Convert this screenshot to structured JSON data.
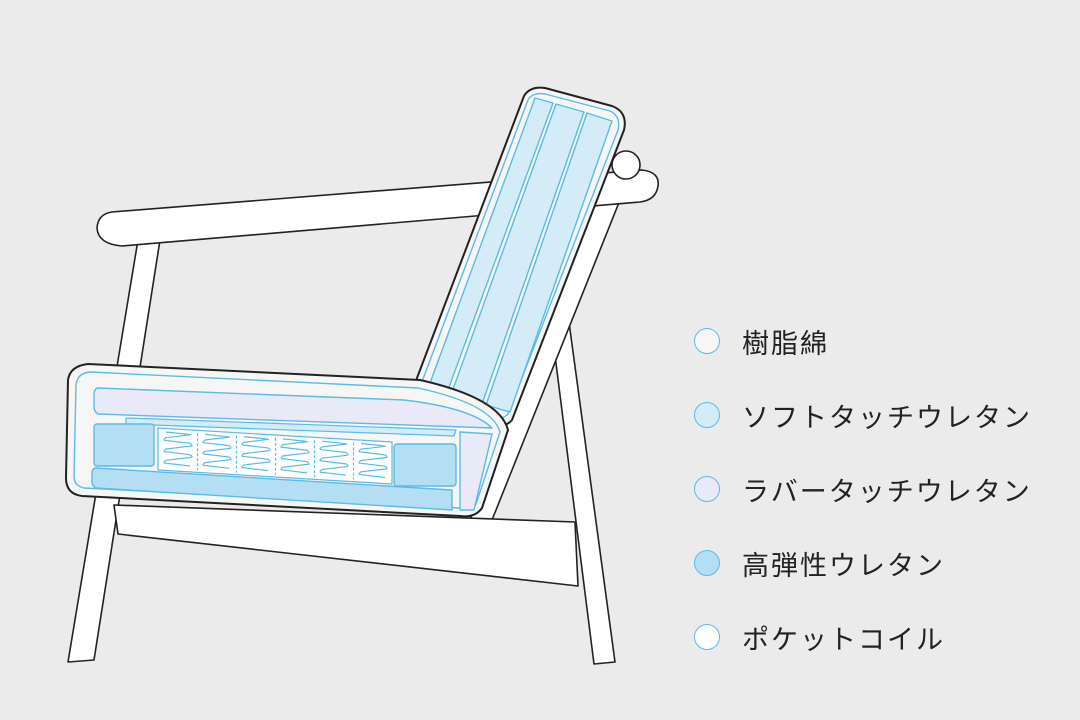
{
  "colors": {
    "background": "#ebebeb",
    "frame_fill": "#ffffff",
    "outline": "#222222",
    "accent_line": "#5bbce5"
  },
  "legend": {
    "items": [
      {
        "label": "樹脂綿",
        "color": "#f6f6f6"
      },
      {
        "label": "ソフトタッチウレタン",
        "color": "#d4ebf8"
      },
      {
        "label": "ラバータッチウレタン",
        "color": "#e9e9f7"
      },
      {
        "label": "高弾性ウレタン",
        "color": "#b4def4"
      },
      {
        "label": "ポケットコイル",
        "color": "#ffffff"
      }
    ]
  }
}
